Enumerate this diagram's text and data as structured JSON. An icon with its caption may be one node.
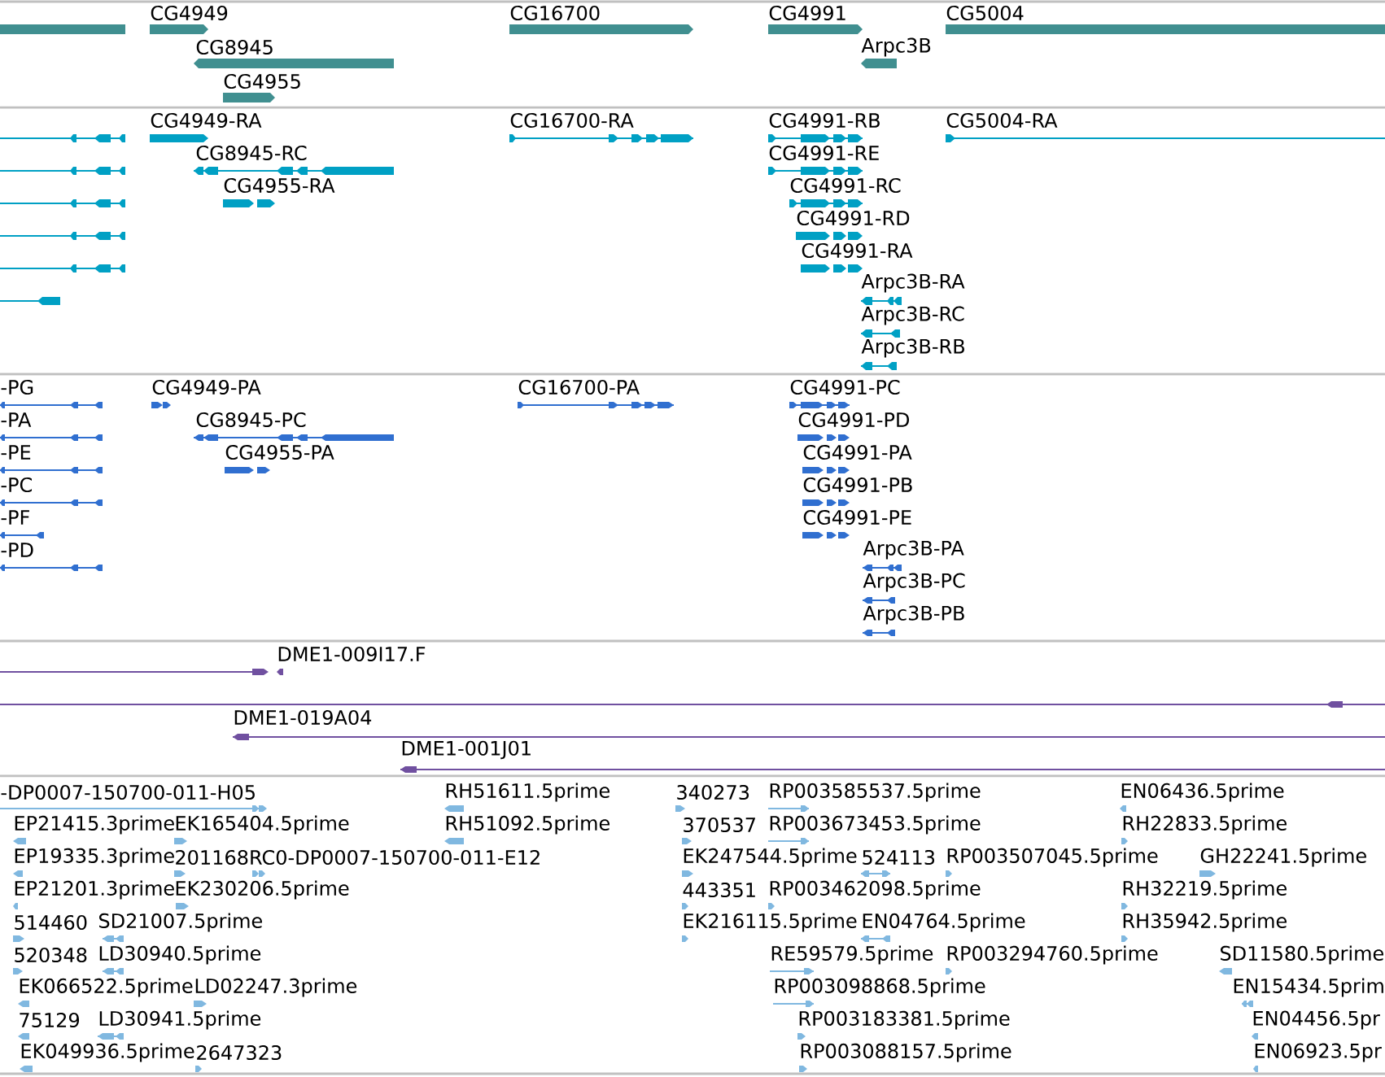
{
  "diagram": {
    "labels": [
      "CG4949",
      "CG8945",
      "CG4955",
      "CG16700",
      "CG4991",
      "Arpc3B",
      "CG5004",
      "CG4949-RA",
      "CG8945-RC",
      "CG4955-RA",
      "CG16700-RA",
      "CG4991-RB",
      "CG4991-RE",
      "CG4991-RC",
      "CG4991-RD",
      "CG4991-RA",
      "Arpc3B-RA",
      "Arpc3B-RC",
      "Arpc3B-RB",
      "CG5004-RA",
      "-PG",
      "-PA",
      "-PE",
      "-PC",
      "-PF",
      "-PD",
      "CG4949-PA",
      "CG8945-PC",
      "CG4955-PA",
      "CG16700-PA",
      "CG4991-PC",
      "CG4991-PD",
      "CG4991-PA",
      "CG4991-PB",
      "CG4991-PE",
      "Arpc3B-PA",
      "Arpc3B-PC",
      "Arpc3B-PB",
      "DME1-009I17.F",
      "DME1-019A04",
      "DME1-001J01",
      "-DP0007-150700-011-H05",
      "RH51611.5prime",
      "340273",
      "RP003585537.5prime",
      "EN06436.5prime",
      "EP21415.3prime",
      "EK165404.5prime",
      "RH51092.5prime",
      "370537",
      "RP003673453.5prime",
      "RH22833.5prime",
      "EP19335.3prime",
      "201168RC0-DP0007-150700-011-E12",
      "EK247544.5prime",
      "524113",
      "RP003507045.5prime",
      "GH22241.5prime",
      "EP21201.3prime",
      "EK230206.5prime",
      "443351",
      "RP003462098.5prime",
      "RH32219.5prime",
      "514460",
      "SD21007.5prime",
      "EK216115.5prime",
      "EN04764.5prime",
      "RH35942.5prime",
      "520348",
      "LD30940.5prime",
      "RE59579.5prime",
      "RP003294760.5prime",
      "SD11580.5prime",
      "EK066522.5prime",
      "LD02247.3prime",
      "RP003098868.5prime",
      "EN15434.5prim",
      "75129",
      "LD30941.5prime",
      "RP003183381.5prime",
      "EN04456.5pr",
      "EK049936.5prime",
      "2647323",
      "RP003088157.5prime",
      "EN06923.5pr"
    ]
  }
}
